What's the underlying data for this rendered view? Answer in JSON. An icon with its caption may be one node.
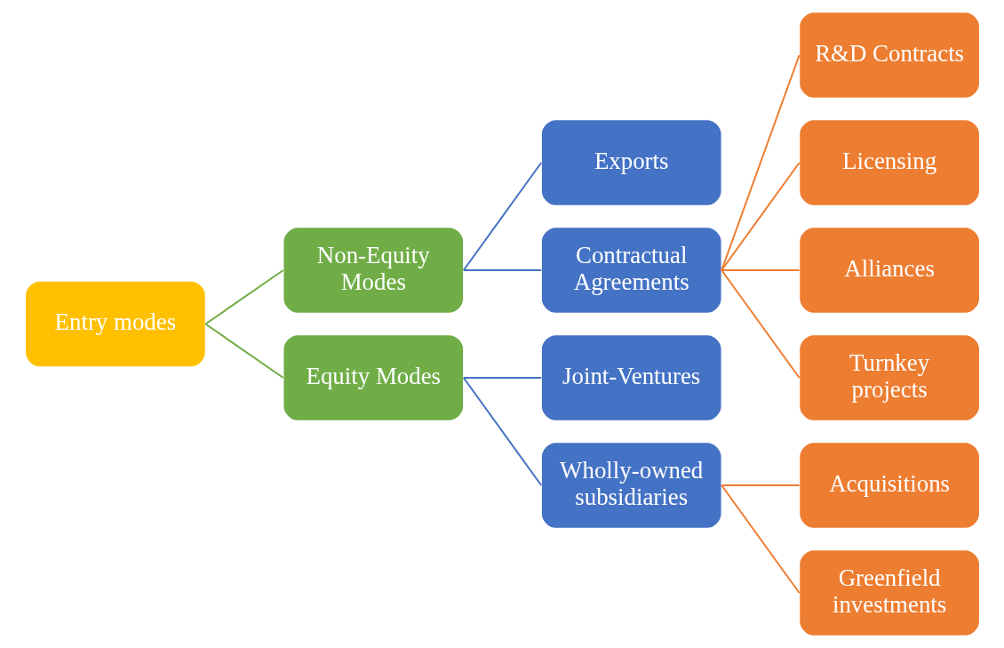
{
  "diagram": {
    "nodes": [
      {
        "text": [
          "Entry modes"
        ]
      },
      {
        "text": [
          "Non-Equity Modes"
        ]
      },
      {
        "text": [
          "Equity Modes"
        ]
      },
      {
        "text": [
          "Exports"
        ]
      },
      {
        "text": [
          "Contractual Agreements"
        ]
      },
      {
        "text": [
          "Joint-Ventures"
        ]
      },
      {
        "text": [
          "Wholly-owned subsidiaries"
        ]
      },
      {
        "text": [
          "R&D Contracts"
        ]
      },
      {
        "text": [
          "Licensing"
        ]
      },
      {
        "text": [
          "Alliances"
        ]
      },
      {
        "text": [
          "Turnkey projects"
        ]
      },
      {
        "text": [
          "Acquisitions"
        ]
      },
      {
        "text": [
          "Greenfield investments"
        ]
      }
    ],
    "edges": [
      {
        "from": 0,
        "to": 1,
        "arrow": "none",
        "color": "#70ad47"
      },
      {
        "from": 0,
        "to": 2,
        "arrow": "none",
        "color": "#70ad47"
      },
      {
        "from": 1,
        "to": 3,
        "arrow": "none",
        "color": "#4472c4"
      },
      {
        "from": 1,
        "to": 4,
        "arrow": "none",
        "color": "#4472c4"
      },
      {
        "from": 4,
        "to": 7,
        "arrow": "none",
        "color": "#ed7d31"
      },
      {
        "from": 4,
        "to": 8,
        "arrow": "none",
        "color": "#ed7d31"
      },
      {
        "from": 4,
        "to": 9,
        "arrow": "none",
        "color": "#ed7d31"
      },
      {
        "from": 4,
        "to": 10,
        "arrow": "none",
        "color": "#ed7d31"
      },
      {
        "from": 2,
        "to": 5,
        "arrow": "none",
        "color": "#4472c4"
      },
      {
        "from": 2,
        "to": 6,
        "arrow": "none",
        "color": "#4472c4"
      },
      {
        "from": 6,
        "to": 11,
        "arrow": "none",
        "color": "#ed7d31"
      },
      {
        "from": 6,
        "to": 12,
        "arrow": "none",
        "color": "#ed7d31"
      }
    ]
  }
}
